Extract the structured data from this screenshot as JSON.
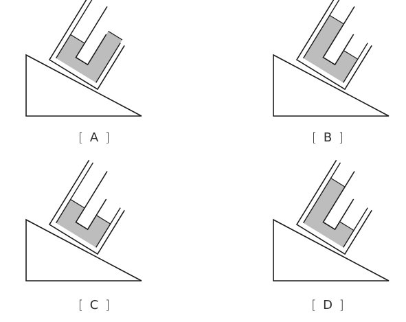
{
  "panels": [
    {
      "id": "A",
      "label": "A",
      "water_left": 0.22,
      "water_right": 0.52
    },
    {
      "id": "B",
      "label": "B",
      "water_left": 0.52,
      "water_right": 0.22
    },
    {
      "id": "C",
      "label": "C",
      "water_left": 0.22,
      "water_right": 0.22
    },
    {
      "id": "D",
      "label": "D",
      "water_left": 0.55,
      "water_right": 0.12
    }
  ],
  "bracket_open": "[",
  "bracket_close": "]",
  "colors": {
    "stroke": "#1a1a1a",
    "water": "#bdbdbd",
    "background": "#ffffff"
  }
}
